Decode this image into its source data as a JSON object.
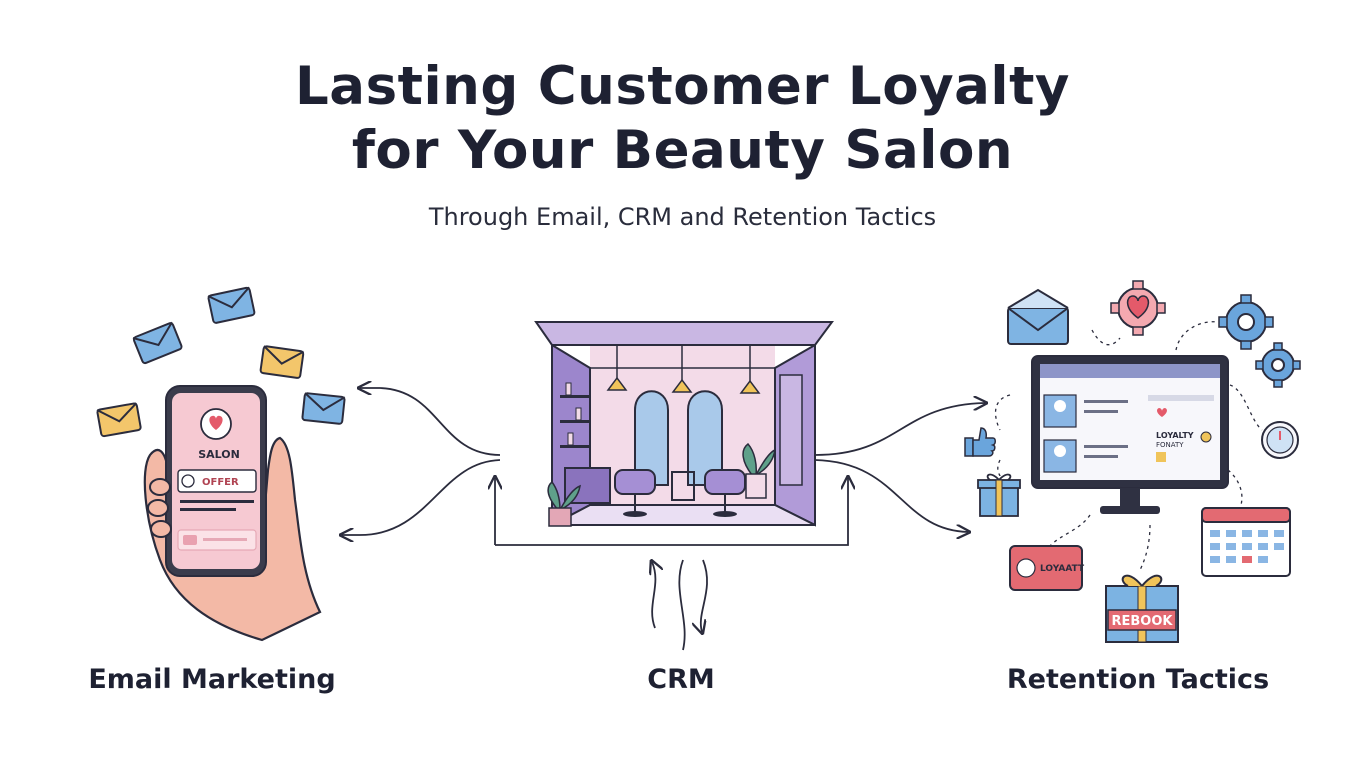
{
  "title": {
    "line1": "Lasting Customer Loyalty",
    "line2": "for Your Beauty Salon"
  },
  "subtitle": "Through Email, CRM and Retention Tactics",
  "sections": {
    "email": {
      "label": "Email Marketing",
      "phone_heading": "SALON",
      "phone_offer": "OFFER"
    },
    "crm": {
      "label": "CRM"
    },
    "retention": {
      "label": "Retention Tactics",
      "screen_loyalty_line1": "LOYALTY",
      "screen_loyalty_line2": "FONATY",
      "card_text": "LOYAATT",
      "gift_text": "REBOOK"
    }
  },
  "colors": {
    "outline": "#2b2c3d",
    "email_blue": "#7fb4e3",
    "email_yellow": "#f3c66b",
    "phone_pink": "#f2b7c4",
    "skin": "#f3b9a6",
    "salon_purple": "#9c86cc",
    "salon_pink": "#f3dbe8",
    "gear_blue": "#6aa5dc",
    "heart_red": "#e45a6a",
    "gift_blue": "#7cb3e2",
    "ribbon_yellow": "#f0c45a",
    "rebook_red": "#e36a72"
  },
  "icons": [
    "envelope-icon",
    "heart-gear-icon",
    "gear-icon",
    "thumbs-up-icon",
    "gift-icon",
    "calendar-icon",
    "loyalty-card-icon",
    "rebook-gift-icon",
    "stopwatch-icon"
  ]
}
